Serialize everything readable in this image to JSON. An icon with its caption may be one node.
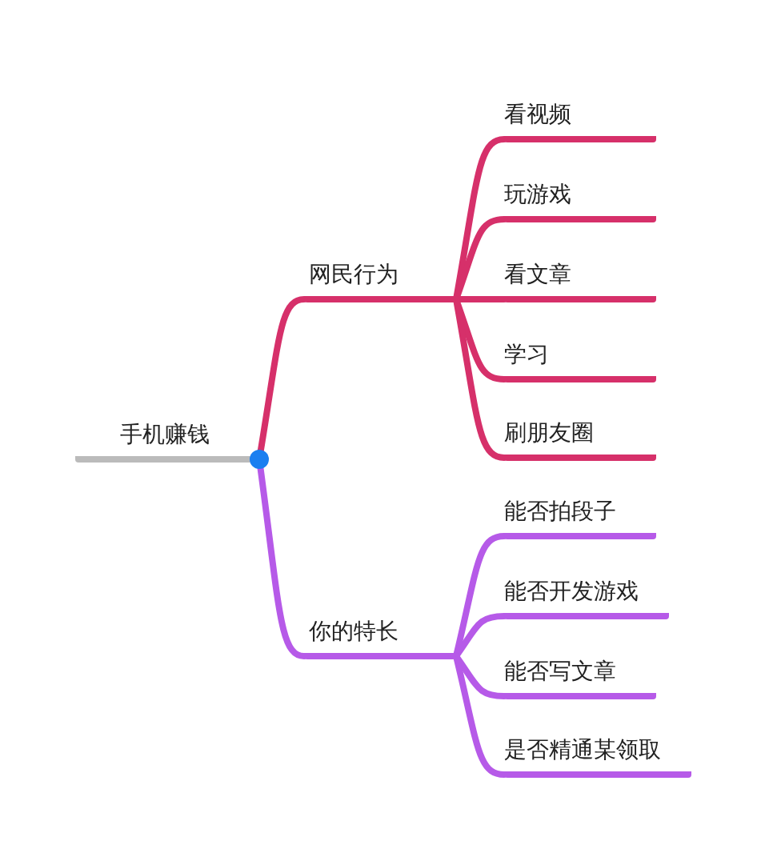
{
  "diagram": {
    "nodes": [
      {
        "text": [
          "手机赚钱"
        ]
      },
      {
        "text": [
          "网民行为"
        ]
      },
      {
        "text": [
          "看视频"
        ]
      },
      {
        "text": [
          "玩游戏"
        ]
      },
      {
        "text": [
          "看文章"
        ]
      },
      {
        "text": [
          "学习"
        ]
      },
      {
        "text": [
          "刷朋友圈"
        ]
      },
      {
        "text": [
          "你的特长"
        ]
      },
      {
        "text": [
          "能否拍段子"
        ]
      },
      {
        "text": [
          "能否开发游戏"
        ]
      },
      {
        "text": [
          "能否写文章"
        ]
      },
      {
        "text": [
          "是否精通某领取"
        ]
      }
    ],
    "edges": [
      {
        "from": 0,
        "to": 1,
        "arrow": "none"
      },
      {
        "from": 1,
        "to": 2,
        "arrow": "none"
      },
      {
        "from": 1,
        "to": 3,
        "arrow": "none"
      },
      {
        "from": 1,
        "to": 4,
        "arrow": "none"
      },
      {
        "from": 1,
        "to": 5,
        "arrow": "none"
      },
      {
        "from": 1,
        "to": 6,
        "arrow": "none"
      },
      {
        "from": 0,
        "to": 7,
        "arrow": "none",
        "color": "#b65ae8"
      },
      {
        "from": 7,
        "to": 8,
        "arrow": "none",
        "color": "#b65ae8"
      },
      {
        "from": 7,
        "to": 9,
        "arrow": "none",
        "color": "#b65ae8"
      },
      {
        "from": 7,
        "to": 10,
        "arrow": "none",
        "color": "#b65ae8"
      },
      {
        "from": 7,
        "to": 11,
        "arrow": "none",
        "color": "#b65ae8"
      }
    ]
  }
}
